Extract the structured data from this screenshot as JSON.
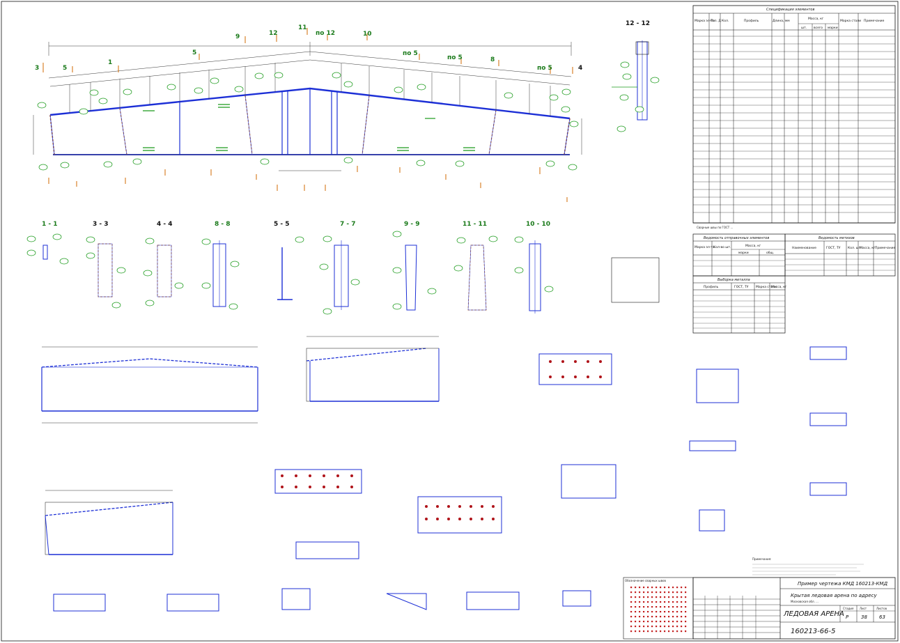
{
  "sheet": {
    "border_color": "#111111",
    "accent_blue": "#1c2fd6",
    "accent_green": "#1a9a1a",
    "accent_orange": "#d06a00",
    "accent_red": "#b0141a"
  },
  "main_view": {
    "section_labels": [
      {
        "id": "s3-left",
        "text": "3"
      },
      {
        "id": "s5-left",
        "text": "5"
      },
      {
        "id": "s1-left",
        "text": "1"
      },
      {
        "id": "s5-b",
        "text": "5"
      },
      {
        "id": "s9",
        "text": "9"
      },
      {
        "id": "s12",
        "text": "12"
      },
      {
        "id": "s11",
        "text": "11"
      },
      {
        "id": "s12b",
        "text": "по 12"
      },
      {
        "id": "s10",
        "text": "10"
      },
      {
        "id": "s5c",
        "text": "по 5"
      },
      {
        "id": "s5d",
        "text": "по 5"
      },
      {
        "id": "s8",
        "text": "8"
      },
      {
        "id": "s5e",
        "text": "по 5"
      },
      {
        "id": "s4",
        "text": "4"
      }
    ]
  },
  "section_views": [
    {
      "id": "v1",
      "title": "1 - 1"
    },
    {
      "id": "v3",
      "title": "3 - 3"
    },
    {
      "id": "v4",
      "title": "4 - 4"
    },
    {
      "id": "v8",
      "title": "8 - 8"
    },
    {
      "id": "v5",
      "title": "5 - 5"
    },
    {
      "id": "v7",
      "title": "7 - 7"
    },
    {
      "id": "v9",
      "title": "9 - 9"
    },
    {
      "id": "v11",
      "title": "11 - 11"
    },
    {
      "id": "v10",
      "title": "10 - 10"
    },
    {
      "id": "v12",
      "title": "12 - 12"
    }
  ],
  "spec_table": {
    "title": "Спецификация элементов",
    "headers": [
      "Марка эл-та",
      "Поз. Д",
      "Кол.",
      "Профиль",
      "Длина, мм",
      "Масса, кг",
      "Марка стали",
      "Примечание"
    ],
    "mass_sub": [
      "шт.",
      "всего",
      "марки"
    ]
  },
  "footnote": "Сварные швы по ГОСТ ...",
  "small_tables": {
    "left_title": "Ведомость отправочных элементов",
    "left_headers": [
      "Марка эл-та",
      "Кол-во шт.",
      "Масса, кг"
    ],
    "left_sub": [
      "марки",
      "общ."
    ],
    "right_title": "Ведомость метизов",
    "right_headers": [
      "Наименование",
      "ГОСТ, ТУ",
      "Кол. шт.",
      "Масса, кг",
      "Примечание"
    ],
    "profile_title": "Выборка металла",
    "profile_headers": [
      "Профиль",
      "ГОСТ, ТУ",
      "Марка стали",
      "Масса, кг"
    ]
  },
  "plates": {
    "welding": "Обозначение сварных швов"
  },
  "title_block": {
    "project": "Пример чертежа КМД 160213-КМД",
    "subtitle1": "Крытая ледовая арена по адресу",
    "subtitle2": "Московская обл. ...",
    "name": "ЛЕДОВАЯ АРЕНА",
    "code": "160213-66-5",
    "stage_label": "Стадия",
    "stage": "Р",
    "sheet_label": "Лист",
    "sheet": "38",
    "sheets_label": "Листов",
    "sheets": "63"
  },
  "notes_title": "Примечания:"
}
